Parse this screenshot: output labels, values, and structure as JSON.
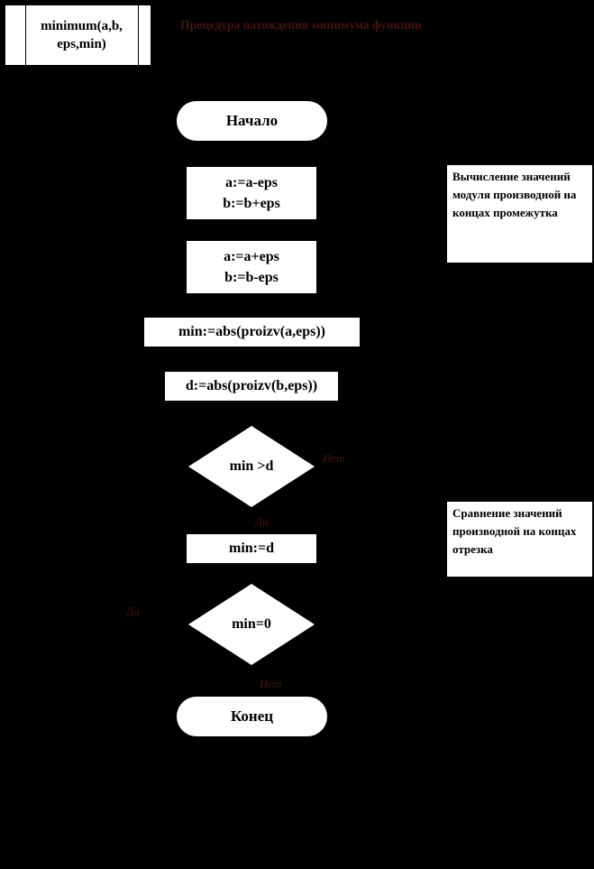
{
  "header": {
    "box_label": "minimum(a,b,\neps,min)",
    "title": "Процедура нахождения минимума функции"
  },
  "nodes": {
    "start": "Начало",
    "step1": "a:=a-eps\nb:=b+eps",
    "step2": "a:=a+eps\nb:=b-eps",
    "step3": "min:=abs(proizv(a,eps))",
    "step4": "d:=abs(proizv(b,eps))",
    "decision1": "min >d",
    "step5": "min:=d",
    "decision2": "min=0",
    "end": "Конец"
  },
  "branch_labels": {
    "decision1_no": "Нет",
    "decision1_yes": "Да",
    "decision2_yes": "Да",
    "decision2_no": "Нет"
  },
  "annotations": {
    "note1": "Вычисление значений модуля производной на концах промежутка",
    "note2": "Сравнение значений производной на концах отрезка"
  },
  "colors": {
    "background": "#000000",
    "shape_fill": "#ffffff",
    "label_text": "#44150c"
  }
}
